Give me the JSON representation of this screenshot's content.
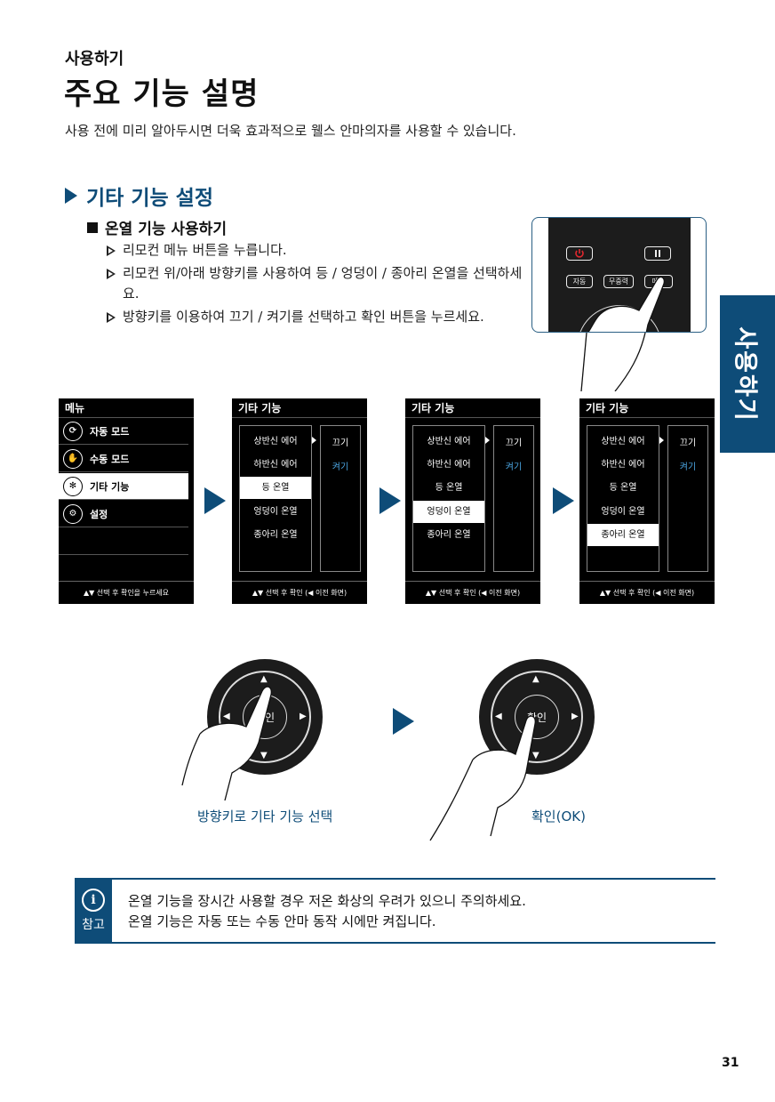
{
  "header": {
    "section_label": "사용하기",
    "title": "주요 기능 설명",
    "subtitle": "사용 전에 미리 알아두시면 더욱 효과적으로 웰스 안마의자를 사용할 수 있습니다."
  },
  "section": {
    "heading": "기타 기능 설정",
    "subheading": "온열 기능 사용하기",
    "steps": [
      "리모컨 메뉴 버튼을 누릅니다.",
      "리모컨 위/아래 방향키를 사용하여 등 / 엉덩이 / 종아리 온열을 선택하세요.",
      "방향키를 이용하여 끄기 / 켜기를 선택하고 확인 버튼을 누르세요."
    ]
  },
  "remote": {
    "buttons": {
      "auto": "자동",
      "gravity": "무중력",
      "menu": "메뉴"
    }
  },
  "side_tab": "사용하기",
  "menu_screen": {
    "title": "메뉴",
    "items": [
      {
        "label": "자동 모드",
        "icon": "auto-mode-icon"
      },
      {
        "label": "수동 모드",
        "icon": "manual-mode-icon"
      },
      {
        "label": "기타 기능",
        "icon": "extra-function-icon"
      },
      {
        "label": "설정",
        "icon": "settings-gear-icon"
      }
    ],
    "footer": "▲▼ 선택 후 확인을 누르세요"
  },
  "extra_screens": {
    "title": "기타 기능",
    "options": [
      "상반신 에어",
      "하반신 에어",
      "등 온열",
      "엉덩이 온열",
      "종아리 온열"
    ],
    "values": [
      "끄기",
      "켜기"
    ],
    "footer": "▲▼ 선택 후 확인 (◀ 이전 화면)"
  },
  "dpad": {
    "ok_label": "확인"
  },
  "captions": {
    "left": "방향키로 기타 기능 선택",
    "right": "확인(OK)"
  },
  "note": {
    "label": "참고",
    "lines": [
      "온열 기능을 장시간 사용할 경우 저온 화상의 우려가 있으니 주의하세요.",
      "온열 기능은 자동 또는 수동 안마 동작 시에만 켜집니다."
    ]
  },
  "page_number": "31",
  "colors": {
    "accent": "#0e4c78",
    "value_highlight": "#4aa3df",
    "power_red": "#e0282e"
  }
}
